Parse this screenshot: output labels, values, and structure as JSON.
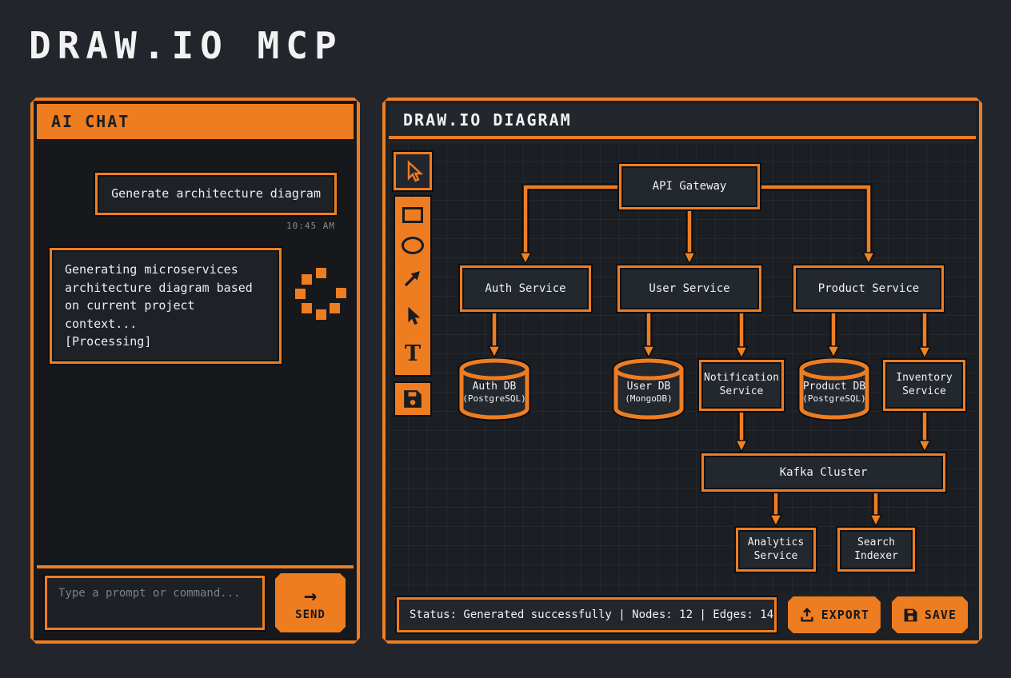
{
  "title": "DRAW.IO MCP",
  "colors": {
    "accent": "#EE7D22",
    "background": "#22262C",
    "panel_bg": "#16181C",
    "canvas_bg": "#1B1E23",
    "node_fill": "#23272E",
    "text_light": "#F2F2F2"
  },
  "chat": {
    "header": "AI CHAT",
    "user_message": "Generate architecture diagram",
    "timestamp": "10:45 AM",
    "ai_message": "Generating microservices\narchitecture diagram based\non current project context...\n[Processing]",
    "input_placeholder": "Type a prompt or command...",
    "send_arrow_glyph": "→",
    "send_label": "SEND"
  },
  "diagram": {
    "header": "DRAW.IO DIAGRAM",
    "text_tool_glyph": "T",
    "toolbar_tools": [
      "select",
      "rectangle",
      "ellipse",
      "arrow",
      "pointer",
      "text",
      "save"
    ],
    "nodes": {
      "api_gateway": "API Gateway",
      "auth_service": "Auth Service",
      "user_service": "User Service",
      "product_service": "Product Service",
      "auth_db": "Auth DB",
      "auth_db_sub": "(PostgreSQL)",
      "user_db": "User DB",
      "user_db_sub": "(MongoDB)",
      "notification_service": "Notification\nService",
      "product_db": "Product DB",
      "product_db_sub": "(PostgreSQL)",
      "inventory_service": "Inventory\nService",
      "kafka_cluster": "Kafka Cluster",
      "analytics_service": "Analytics\nService",
      "search_indexer": "Search\nIndexer"
    }
  },
  "statusbar": {
    "text": "Status: Generated successfully | Nodes: 12 | Edges: 14",
    "export_label": "EXPORT",
    "save_label": "SAVE"
  }
}
